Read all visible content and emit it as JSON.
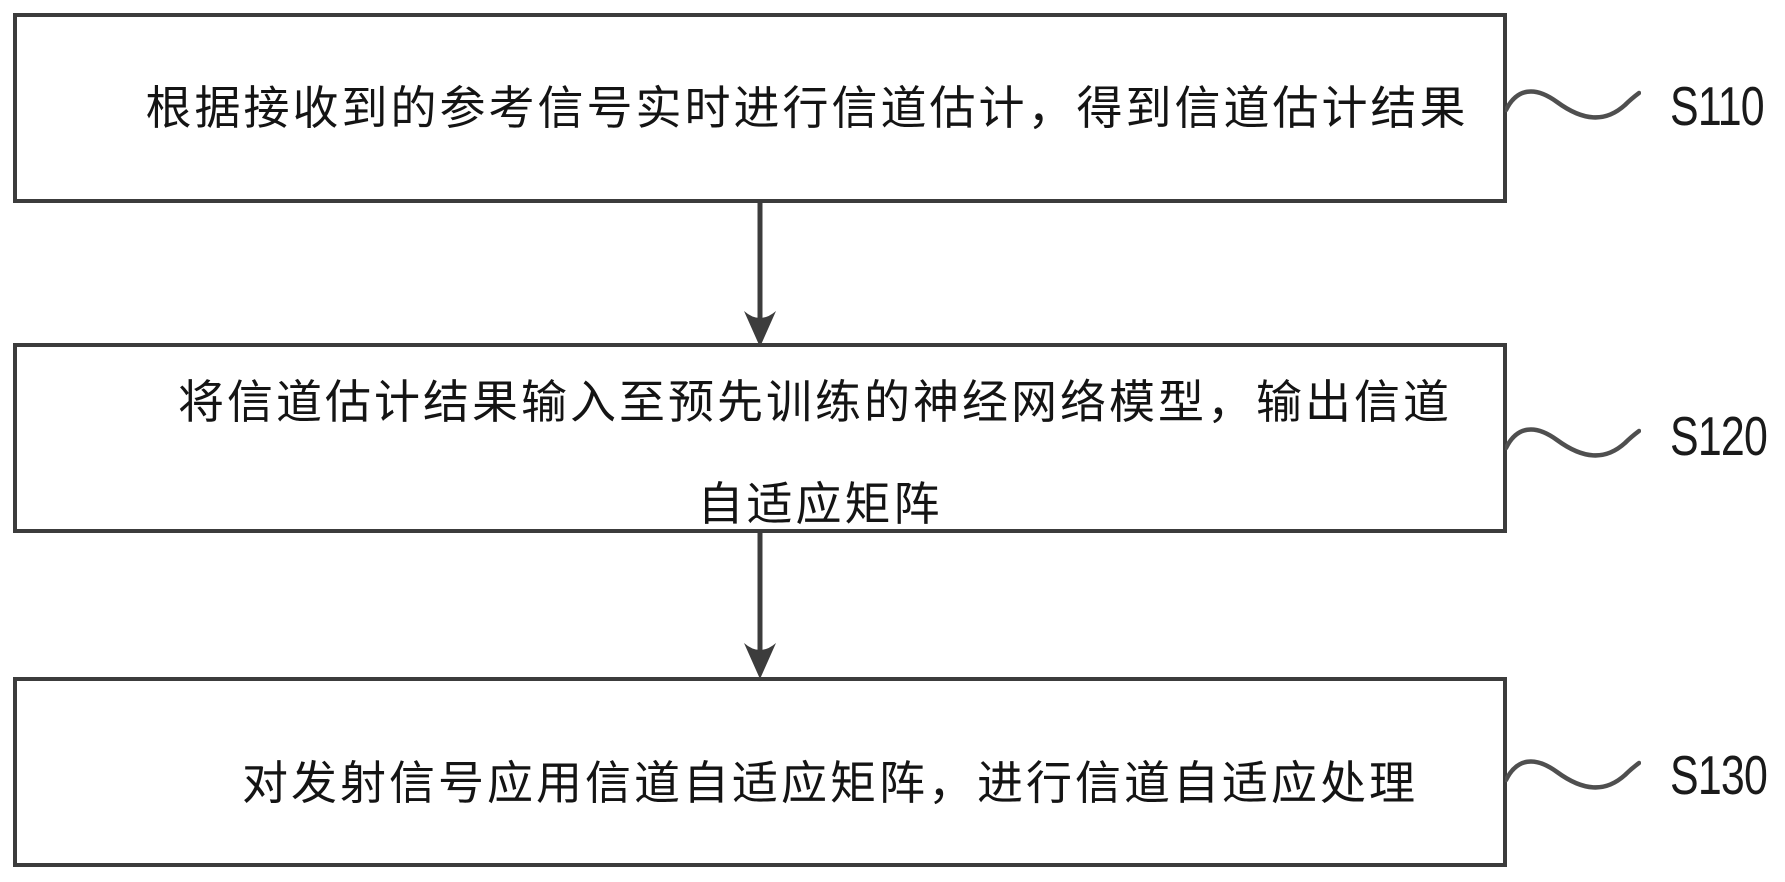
{
  "figure": {
    "type": "flowchart",
    "background": "#ffffff",
    "colors": {
      "box_border": "#3c3c3c",
      "arrow": "#3c3c3c",
      "wave_connector": "#4f4f4f",
      "box_text": "#141414",
      "label_text": "#1a1a1a"
    },
    "steps": [
      {
        "label": "S110",
        "lines": [
          "根据接收到的参考信号实时进行信道估计，得到信道估计结果"
        ]
      },
      {
        "label": "S120",
        "lines": [
          "将信道估计结果输入至预先训练的神经网络模型，输出信道",
          "自适应矩阵"
        ]
      },
      {
        "label": "S130",
        "lines": [
          "对发射信号应用信道自适应矩阵，进行信道自适应处理"
        ]
      }
    ]
  }
}
